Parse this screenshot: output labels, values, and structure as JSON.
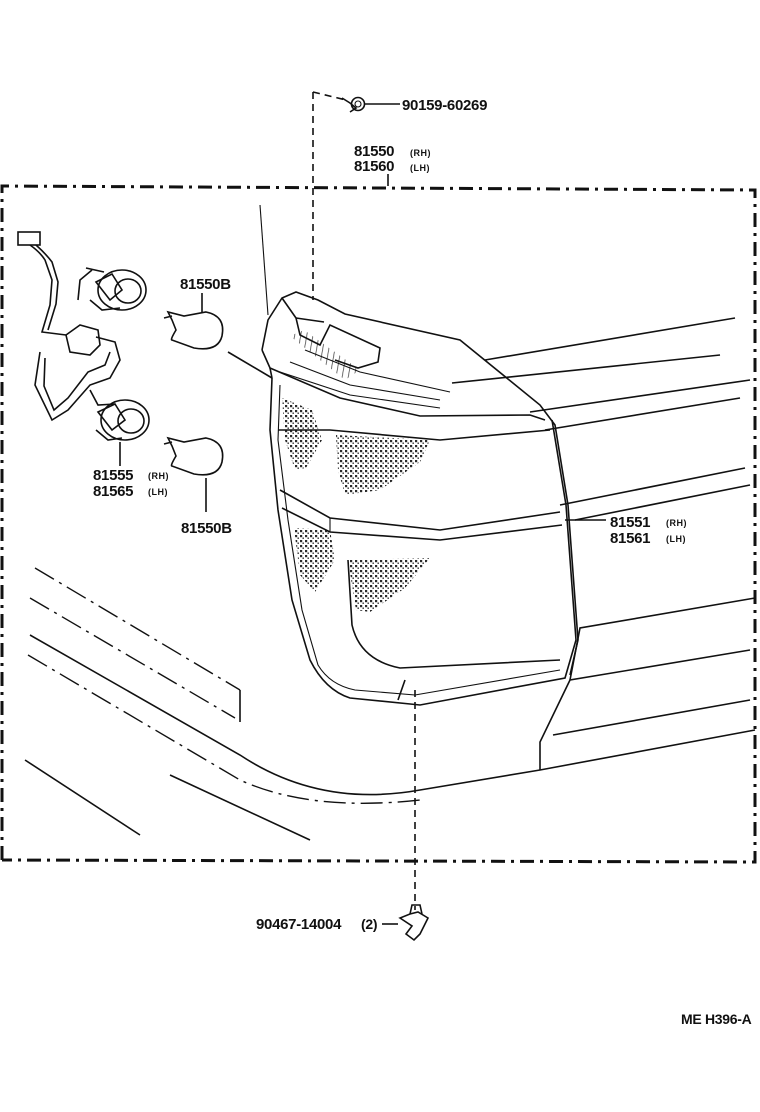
{
  "labels": {
    "bolt": "90159-60269",
    "lens_body_rh": "81550",
    "lens_body_rh_side": "(RH)",
    "lens_body_lh": "81560",
    "lens_body_lh_side": "(LH)",
    "bulb_upper": "81550B",
    "bulb_lower": "81550B",
    "socket_rh": "81555",
    "socket_rh_side": "(RH)",
    "socket_lh": "81565",
    "socket_lh_side": "(LH)",
    "lens_rh": "81551",
    "lens_rh_side": "(RH)",
    "lens_lh": "81561",
    "lens_lh_side": "(LH)",
    "clip": "90467-14004",
    "clip_qty": "(2)",
    "diagram_code": "ME H396-A"
  }
}
